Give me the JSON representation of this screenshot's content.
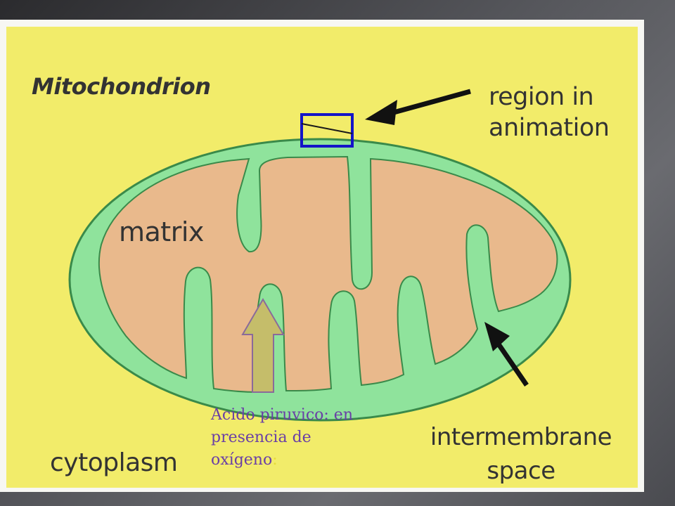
{
  "diagram": {
    "title": "Mitochondrion",
    "region_label": "region in\nanimation",
    "matrix_label": "matrix",
    "cytoplasm_label": "cytoplasm",
    "intermembrane_label": "intermembrane\nspace"
  },
  "note": {
    "text": "Acido piruvico: en\npresencia de\noxígeno",
    "colon": ":"
  },
  "colors": {
    "panel_yellow": "#f2ec6a",
    "membrane_green": "#8fe39c",
    "matrix_salmon": "#e9b98c",
    "highlight_box": "#1414c8",
    "note_text": "#6a3fa6",
    "arrow_fill": "#c5bd6a"
  }
}
